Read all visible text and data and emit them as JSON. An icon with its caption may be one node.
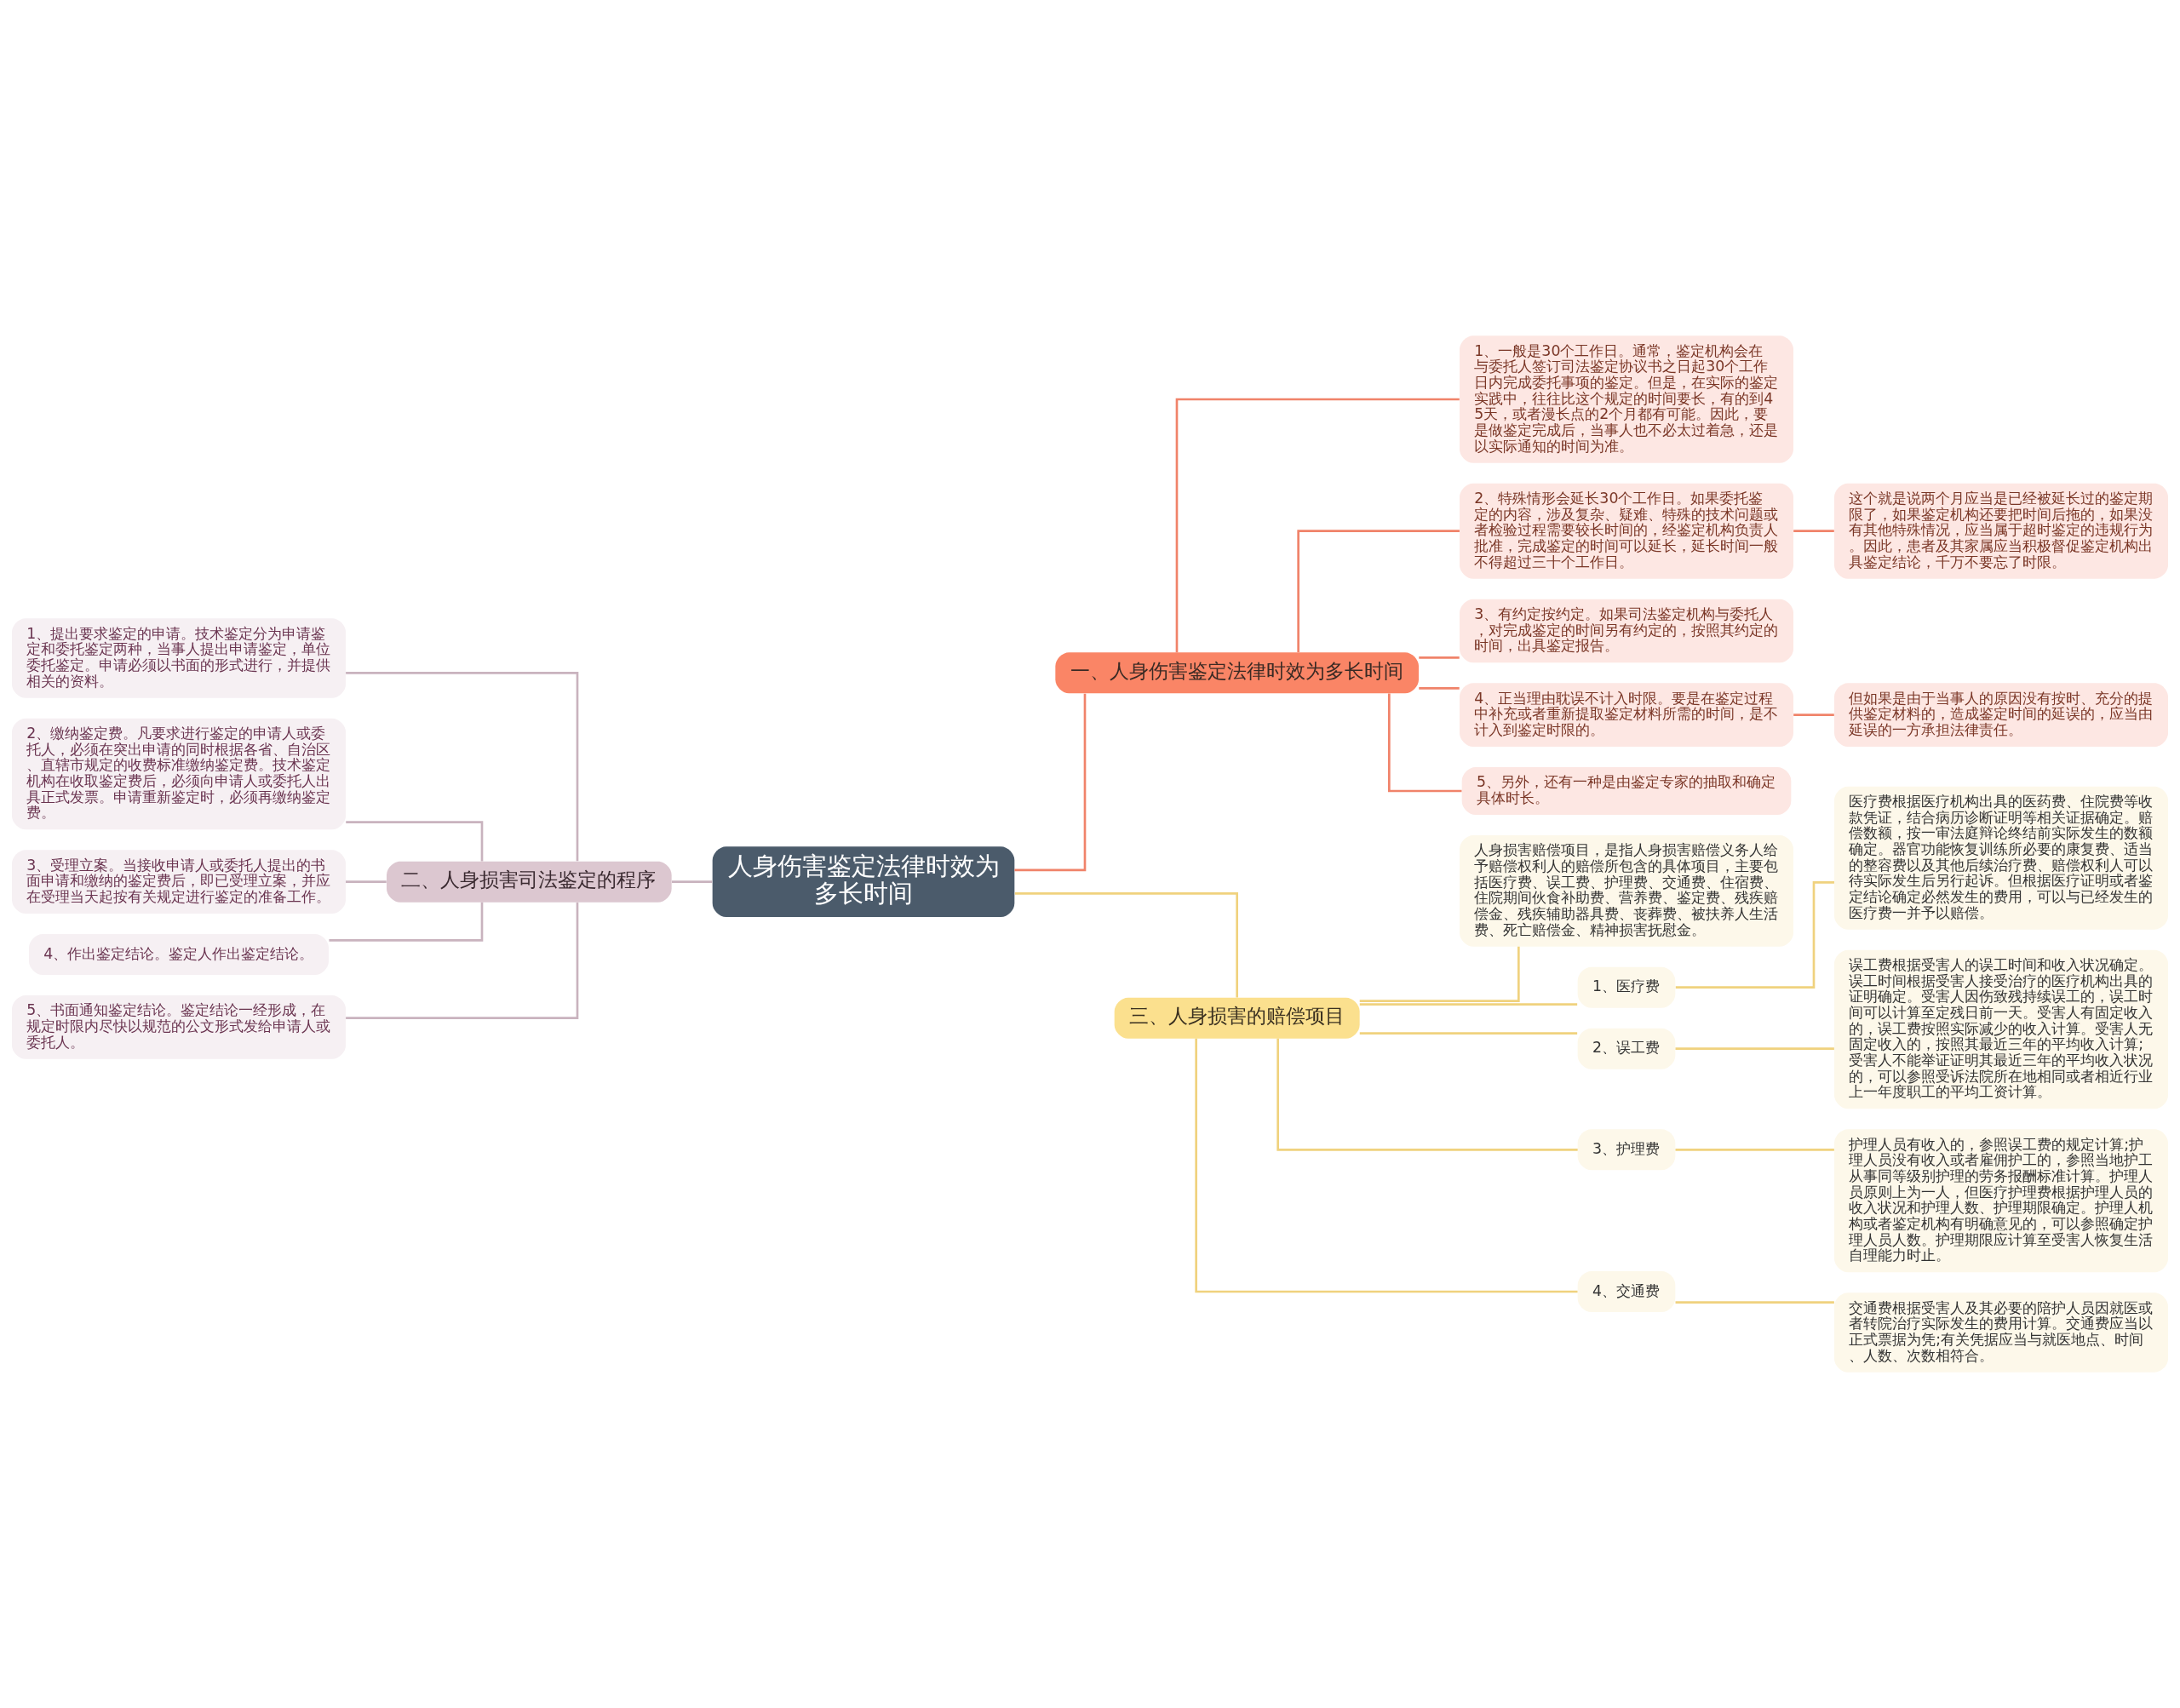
{
  "diagram": {
    "nodes": [
      {
        "text": [
          "人身伤害鉴定法律时效为多长时间"
        ]
      },
      {
        "text": [
          "一、人身伤害鉴定法律时效为多长时间"
        ]
      },
      {
        "text": [
          "1、一般是30个工作日。通常，鉴定机构会在与委托人签订司法鉴定协议书之日起30个工作日内完成委托事项的鉴定。但是，在实际的鉴定实践中，往往比这个规定的时间要长，有的到45天，或者漫长点的2个月都有可能。因此，要是做鉴定完成后，当事人也不必太过着急，还是以实际通知的时间为准。"
        ]
      },
      {
        "text": [
          "2、特殊情形会延长30个工作日。如果委托鉴定的内容，涉及复杂、疑难、特殊的技术问题或者检验过程需要较长时间的，经鉴定机构负责人批准，完成鉴定的时间可以延长，延长时间一般不得超过三十个工作日。"
        ]
      },
      {
        "text": [
          "这个就是说两个月应当是已经被延长过的鉴定期限了，如果鉴定机构还要把时间后拖的，如果没有其他特殊情况，应当属于超时鉴定的违规行为。因此，患者及其家属应当积极督促鉴定机构出具鉴定结论，千万不要忘了时限。"
        ]
      },
      {
        "text": [
          "3、有约定按约定。如果司法鉴定机构与委托人，对完成鉴定的时间另有约定的，按照其约定的时间，出具鉴定报告。"
        ]
      },
      {
        "text": [
          "4、正当理由耽误不计入时限。要是在鉴定过程中补充或者重新提取鉴定材料所需的时间，是不计入到鉴定时限的。"
        ]
      },
      {
        "text": [
          "但如果是由于当事人的原因没有按时、充分的提供鉴定材料的，造成鉴定时间的延误的，应当由延误的一方承担法律责任。"
        ]
      },
      {
        "text": [
          "5、另外，还有一种是由鉴定专家的抽取和确定具体时长。"
        ]
      },
      {
        "text": [
          "二、人身损害司法鉴定的程序"
        ]
      },
      {
        "text": [
          "1、提出要求鉴定的申请。技术鉴定分为申请鉴定和委托鉴定两种，当事人提出申请鉴定，单位委托鉴定。申请必须以书面的形式进行，并提供相关的资料。"
        ]
      },
      {
        "text": [
          "2、缴纳鉴定费。凡要求进行鉴定的申请人或委托人，必须在突出申请的同时根据各省、自治区、直辖市规定的收费标准缴纳鉴定费。技术鉴定机构在收取鉴定费后，必须向申请人或委托人出具正式发票。申请重新鉴定时，必须再缴纳鉴定费。"
        ]
      },
      {
        "text": [
          "3、受理立案。当接收申请人或委托人提出的书面申请和缴纳的鉴定费后，即已受理立案，并应在受理当天起按有关规定进行鉴定的准备工作。"
        ]
      },
      {
        "text": [
          "4、作出鉴定结论。鉴定人作出鉴定结论。"
        ]
      },
      {
        "text": [
          "5、书面通知鉴定结论。鉴定结论一经形成，在规定时限内尽快以规范的公文形式发给申请人或委托人。"
        ]
      },
      {
        "text": [
          "三、人身损害的赔偿项目"
        ]
      },
      {
        "text": [
          "人身损害赔偿项目，是指人身损害赔偿义务人给予赔偿权利人的赔偿所包含的具体项目，主要包括医疗费、误工费、护理费、交通费、住宿费、住院期间伙食补助费、营养费、鉴定费、残疾赔偿金、残疾辅助器具费、丧葬费、被扶养人生活费、死亡赔偿金、精神损害抚慰金。"
        ]
      },
      {
        "text": [
          "1、医疗费"
        ]
      },
      {
        "text": [
          "医疗费根据医疗机构出具的医药费、住院费等收款凭证，结合病历诊断证明等相关证据确定。赔偿数额，按一审法庭辩论终结前实际发生的数额确定。器官功能恢复训练所必要的康复费、适当的整容费以及其他后续治疗费、赔偿权利人可以待实际发生后另行起诉。但根据医疗证明或者鉴定结论确定必然发生的费用，可以与已经发生的医疗费一并予以赔偿。"
        ]
      },
      {
        "text": [
          "2、误工费"
        ]
      },
      {
        "text": [
          "误工费根据受害人的误工时间和收入状况确定。误工时间根据受害人接受治疗的医疗机构出具的证明确定。受害人因伤致残持续误工的，误工时间可以计算至定残日前一天。受害人有固定收入的，误工费按照实际减少的收入计算。受害人无固定收入的，按照其最近三年的平均收入计算;受害人不能举证证明其最近三年的平均收入状况的，可以参照受诉法院所在地相同或者相近行业上一年度职工的平均工资计算。"
        ]
      },
      {
        "text": [
          "3、护理费"
        ]
      },
      {
        "text": [
          "护理人员有收入的，参照误工费的规定计算;护理人员没有收入或者雇佣护工的，参照当地护工从事同等级别护理的劳务报酬标准计算。护理人员原则上为一人，但医疗护理费根据护理人员的收入状况和护理人数、护理期限确定。护理人机构或者鉴定机构有明确意见的，可以参照确定护理人员人数。护理期限应计算至受害人恢复生活自理能力时止。"
        ]
      },
      {
        "text": [
          "4、交通费"
        ]
      },
      {
        "text": [
          "交通费根据受害人及其必要的陪护人员因就医或者转院治疗实际发生的费用计算。交通费应当以正式票据为凭;有关凭据应当与就医地点、时间、人数、次数相符合。"
        ]
      }
    ],
    "edges": [
      {
        "from": 0,
        "to": 1,
        "arrow": "none",
        "color": "#f0836a"
      },
      {
        "from": 1,
        "to": 2,
        "arrow": "none",
        "color": "#f0836a"
      },
      {
        "from": 1,
        "to": 3,
        "arrow": "none",
        "color": "#f0836a"
      },
      {
        "from": 3,
        "to": 4,
        "arrow": "none",
        "color": "#f0836a"
      },
      {
        "from": 1,
        "to": 5,
        "arrow": "none",
        "color": "#f0836a"
      },
      {
        "from": 1,
        "to": 6,
        "arrow": "none",
        "color": "#f0836a"
      },
      {
        "from": 6,
        "to": 7,
        "arrow": "none",
        "color": "#f0836a"
      },
      {
        "from": 1,
        "to": 8,
        "arrow": "none",
        "color": "#f0836a"
      },
      {
        "from": 0,
        "to": 9,
        "arrow": "none",
        "color": "#c9b3be"
      },
      {
        "from": 9,
        "to": 10,
        "arrow": "none",
        "color": "#c9b3be"
      },
      {
        "from": 9,
        "to": 11,
        "arrow": "none",
        "color": "#c9b3be"
      },
      {
        "from": 9,
        "to": 12,
        "arrow": "none",
        "color": "#c9b3be"
      },
      {
        "from": 9,
        "to": 13,
        "arrow": "none",
        "color": "#c9b3be"
      },
      {
        "from": 9,
        "to": 14,
        "arrow": "none",
        "color": "#c9b3be"
      },
      {
        "from": 0,
        "to": 15,
        "arrow": "none"
      },
      {
        "from": 15,
        "to": 16,
        "arrow": "none"
      },
      {
        "from": 15,
        "to": 17,
        "arrow": "none"
      },
      {
        "from": 17,
        "to": 18,
        "arrow": "none"
      },
      {
        "from": 15,
        "to": 19,
        "arrow": "none"
      },
      {
        "from": 19,
        "to": 20,
        "arrow": "none"
      },
      {
        "from": 15,
        "to": 21,
        "arrow": "none"
      },
      {
        "from": 21,
        "to": 22,
        "arrow": "none"
      },
      {
        "from": 15,
        "to": 23,
        "arrow": "none"
      },
      {
        "from": 23,
        "to": 24,
        "arrow": "none"
      }
    ]
  }
}
